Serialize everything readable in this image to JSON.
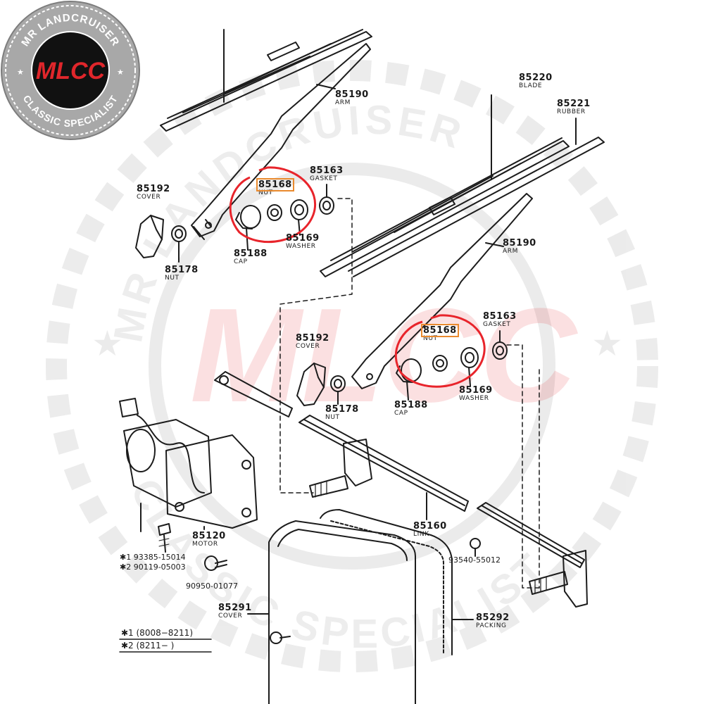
{
  "logo": {
    "top_text": "MR LANDCRUISER",
    "bottom_text": "CLASSIC SPECIALIST",
    "mark": "MLCC",
    "colors": {
      "ring": "#9a9a9a",
      "core": "#111111",
      "mark": "#e0262b"
    }
  },
  "watermark": {
    "top_text": "MR LANDCRUISER",
    "bottom_text": "CLASSIC SPECIALIST",
    "mark": "MLCC"
  },
  "highlight_colors": {
    "circle": "#e8242b",
    "box": "#e98a2e"
  },
  "parts": {
    "arm_top": {
      "num": "85190",
      "name": "ARM"
    },
    "blade": {
      "num": "85220",
      "name": "BLADE"
    },
    "rubber": {
      "num": "85221",
      "name": "RUBBER"
    },
    "gasket_top": {
      "num": "85163",
      "name": "GASKET"
    },
    "nut168_top": {
      "num": "85168",
      "name": "NUT"
    },
    "cover_top": {
      "num": "85192",
      "name": "COVER"
    },
    "washer_top": {
      "num": "85169",
      "name": "WASHER"
    },
    "cap_top": {
      "num": "85188",
      "name": "CAP"
    },
    "nut178_top": {
      "num": "85178",
      "name": "NUT"
    },
    "arm_right": {
      "num": "85190",
      "name": "ARM"
    },
    "gasket_bot": {
      "num": "85163",
      "name": "GASKET"
    },
    "nut168_bot": {
      "num": "85168",
      "name": "NUT"
    },
    "cover_bot": {
      "num": "85192",
      "name": "COVER"
    },
    "washer_bot": {
      "num": "85169",
      "name": "WASHER"
    },
    "cap_bot": {
      "num": "85188",
      "name": "CAP"
    },
    "nut178_bot": {
      "num": "85178",
      "name": "NUT"
    },
    "link": {
      "num": "85160",
      "name": "LINK"
    },
    "motor": {
      "num": "85120",
      "name": "MOTOR"
    },
    "cover_motor": {
      "num": "85291",
      "name": "COVER"
    },
    "packing": {
      "num": "85292",
      "name": "PACKING"
    }
  },
  "bolts": {
    "b1": "✱1 93385-15014",
    "b2": "✱2 90119-05003",
    "b3": "90950-01077",
    "b4": "93540-55012"
  },
  "legend": {
    "l1": "✱1 (8008−8211)",
    "l2": "✱2 (8211−        )"
  }
}
